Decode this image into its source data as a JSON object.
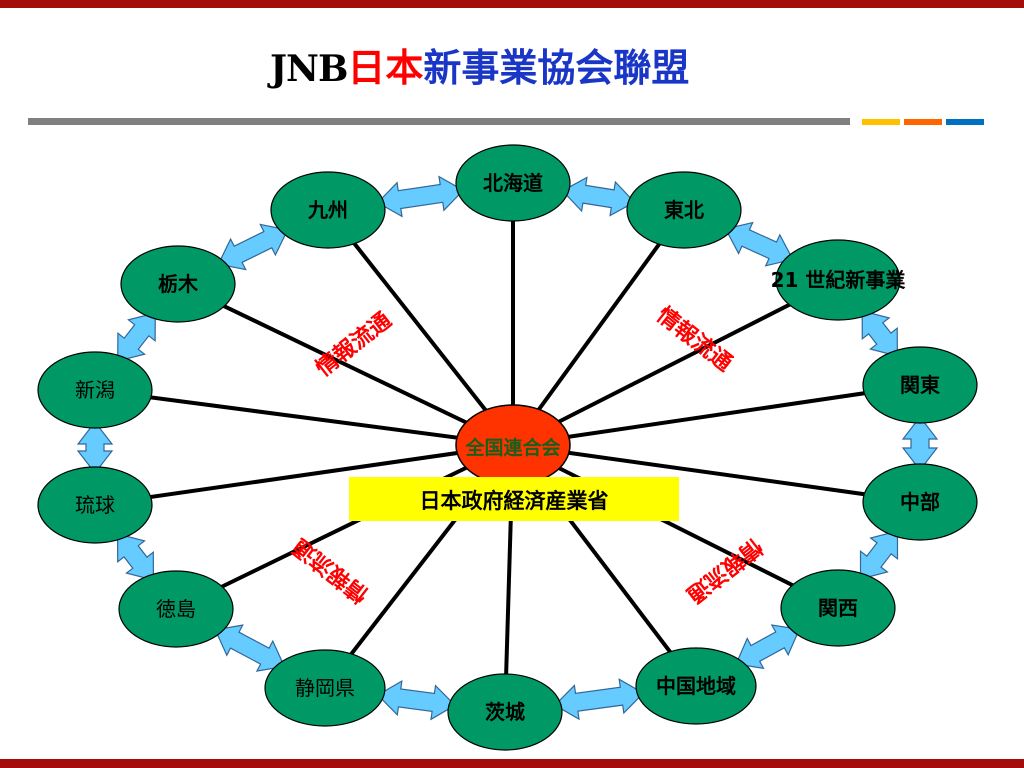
{
  "colors": {
    "rule": "#a50d0d",
    "node_fill": "#009966",
    "center_fill": "#ff3300",
    "link_arrow": "#66ccff",
    "ministry_bg": "#ffff00",
    "accents": [
      "#ffc000",
      "#ff6600",
      "#0070c0"
    ]
  },
  "title": {
    "part1": "JNB",
    "part2": "日本",
    "part3": "新事業協会聯盟"
  },
  "center": {
    "label": "全国連合会",
    "ministry": "日本政府経済産業省"
  },
  "nodes": [
    {
      "id": "hokkaido",
      "label": "北海道"
    },
    {
      "id": "tohoku",
      "label": "東北"
    },
    {
      "id": "century21",
      "label": "21 世紀新事業"
    },
    {
      "id": "kanto",
      "label": "関東"
    },
    {
      "id": "chubu",
      "label": "中部"
    },
    {
      "id": "kansai",
      "label": "関西"
    },
    {
      "id": "chugoku",
      "label": "中国地域"
    },
    {
      "id": "ibaraki",
      "label": "茨城"
    },
    {
      "id": "shizuoka",
      "label": "静岡県"
    },
    {
      "id": "tokushima",
      "label": "徳島"
    },
    {
      "id": "ryukyu",
      "label": "琉球"
    },
    {
      "id": "niigata",
      "label": "新潟"
    },
    {
      "id": "tochigi",
      "label": "栃木"
    },
    {
      "id": "kyushu",
      "label": "九州"
    }
  ],
  "flow_labels": [
    "情報流通",
    "情報流通",
    "情報流通",
    "情報流通"
  ]
}
